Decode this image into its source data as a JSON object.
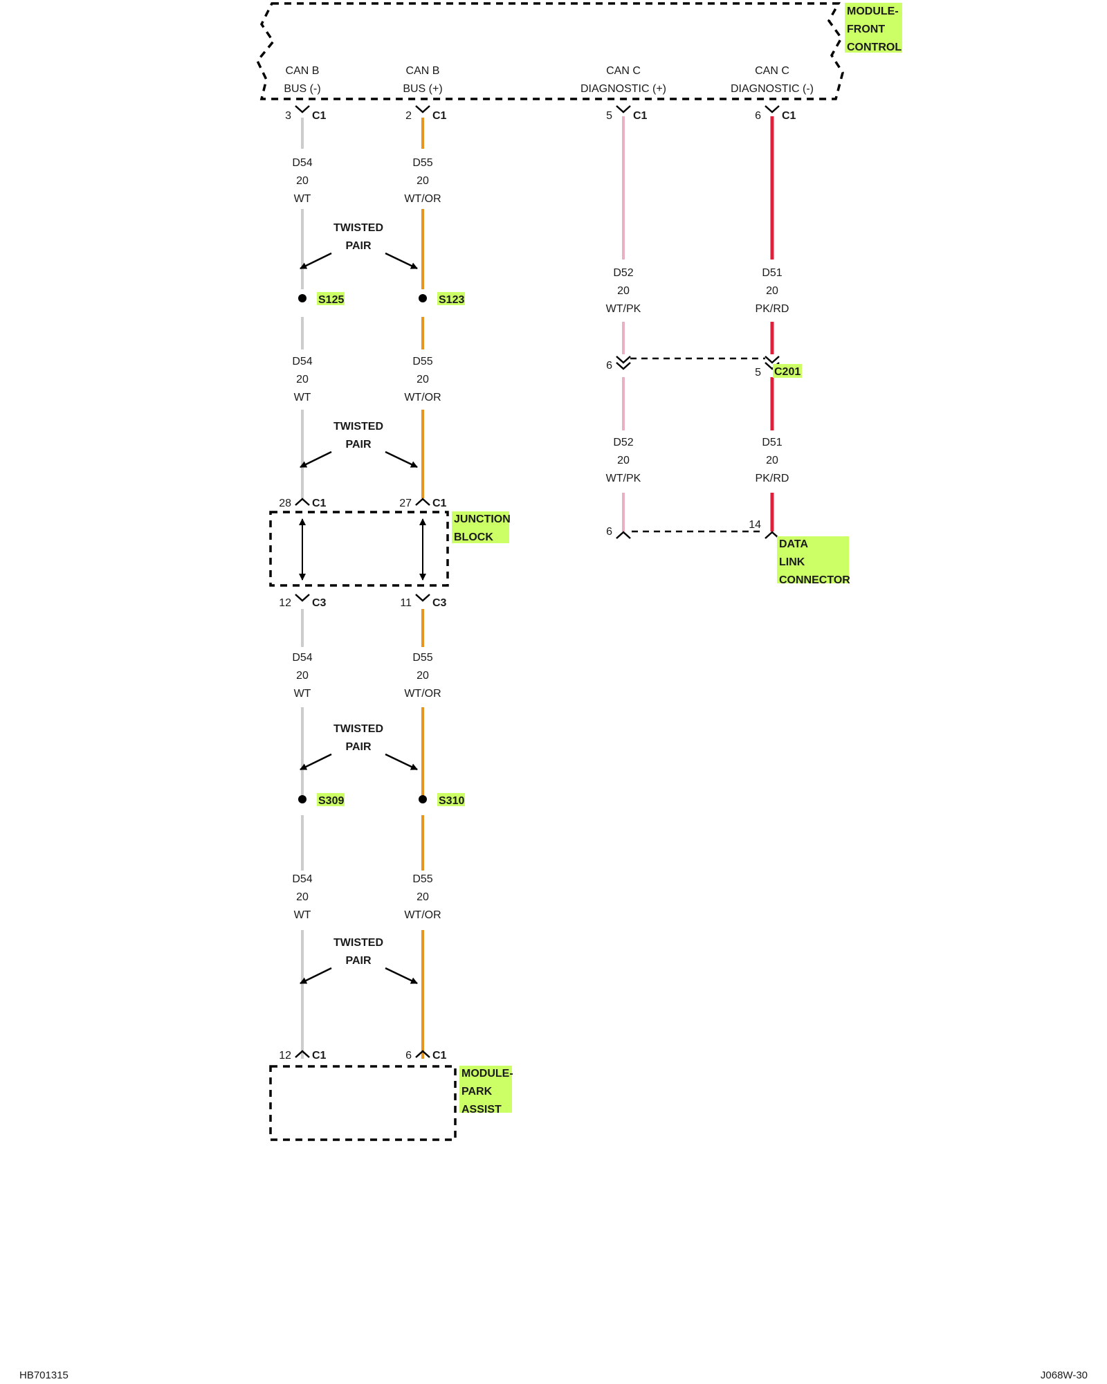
{
  "modules": {
    "front_control": {
      "lines": [
        "MODULE-",
        "FRONT",
        "CONTROL"
      ]
    },
    "junction_block": {
      "lines": [
        "JUNCTION",
        "BLOCK"
      ]
    },
    "park_assist": {
      "lines": [
        "MODULE-",
        "PARK",
        "ASSIST"
      ]
    },
    "data_link_connector": {
      "lines": [
        "DATA",
        "LINK",
        "CONNECTOR"
      ]
    }
  },
  "signals": [
    {
      "lines": [
        "CAN B",
        "BUS (-)"
      ]
    },
    {
      "lines": [
        "CAN B",
        "BUS (+)"
      ]
    },
    {
      "lines": [
        "CAN C",
        "DIAGNOSTIC (+)"
      ]
    },
    {
      "lines": [
        "CAN C",
        "DIAGNOSTIC (-)"
      ]
    }
  ],
  "pins": {
    "fcm": [
      {
        "pin": "3",
        "conn": "C1"
      },
      {
        "pin": "2",
        "conn": "C1"
      },
      {
        "pin": "5",
        "conn": "C1"
      },
      {
        "pin": "6",
        "conn": "C1"
      }
    ],
    "jb_top": [
      {
        "pin": "28",
        "conn": "C1"
      },
      {
        "pin": "27",
        "conn": "C1"
      }
    ],
    "jb_bottom": [
      {
        "pin": "12",
        "conn": "C3"
      },
      {
        "pin": "11",
        "conn": "C3"
      }
    ],
    "pam": [
      {
        "pin": "12",
        "conn": "C1"
      },
      {
        "pin": "6",
        "conn": "C1"
      }
    ],
    "c201": [
      {
        "pin": "6"
      },
      {
        "pin": "5"
      }
    ],
    "c201_name": "C201",
    "dlc": [
      {
        "pin": "6"
      },
      {
        "pin": "14"
      }
    ]
  },
  "wires": {
    "d54": {
      "circuit": "D54",
      "gauge": "20",
      "color": "WT"
    },
    "d55": {
      "circuit": "D55",
      "gauge": "20",
      "color": "WT/OR"
    },
    "d52": {
      "circuit": "D52",
      "gauge": "20",
      "color": "WT/PK"
    },
    "d51": {
      "circuit": "D51",
      "gauge": "20",
      "color": "PK/RD"
    }
  },
  "wire_colors": {
    "wt": "#cccccc",
    "wt_or": "#e89520",
    "wt_pk": "#e8b0c0",
    "pk_rd": "#e0203a",
    "highlight": "#ccff66"
  },
  "twisted_pair": {
    "lines": [
      "TWISTED",
      "PAIR"
    ]
  },
  "splices": [
    {
      "name": "S125"
    },
    {
      "name": "S123"
    },
    {
      "name": "S309"
    },
    {
      "name": "S310"
    }
  ],
  "footer": {
    "left": "HB701315",
    "right": "J068W-30"
  }
}
